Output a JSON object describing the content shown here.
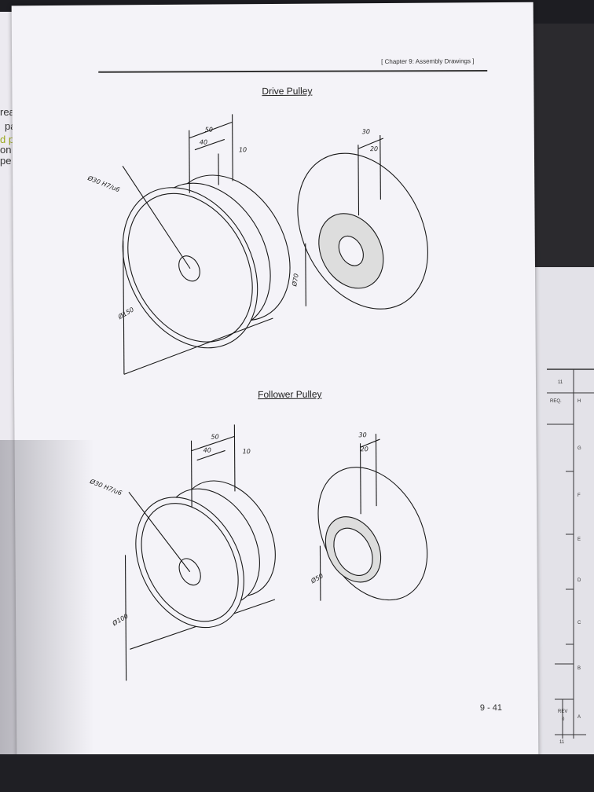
{
  "left_fragments": [
    "rea",
    "pa",
    "d p",
    "on",
    "pe"
  ],
  "header": "[ Chapter 9: Assembly Drawings ]",
  "drive": {
    "title": "Drive Pulley",
    "dims": {
      "bore": "Ø30 H7/u6",
      "w50": "50",
      "w40": "40",
      "w10": "10",
      "w30": "30",
      "w20": "20",
      "hub": "Ø70",
      "od": "Ø150"
    }
  },
  "follower": {
    "title": "Follower Pulley",
    "dims": {
      "bore": "Ø30 H7/u6",
      "w50": "50",
      "w40": "40",
      "w10": "10",
      "w30": "30",
      "w20": "20",
      "hub": "Ø50",
      "od": "Ø100"
    }
  },
  "page_number": "9 - 41",
  "title_block": {
    "top_num": "11",
    "req": "REQ.",
    "rev": "REV",
    "rev_val": "0",
    "bottom_num": "11",
    "zones": [
      "H",
      "G",
      "F",
      "E",
      "D",
      "C",
      "B",
      "A"
    ]
  }
}
